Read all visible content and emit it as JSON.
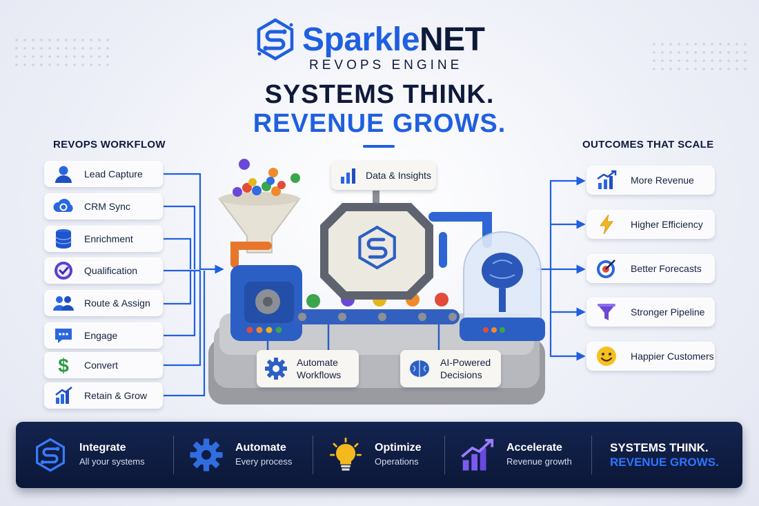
{
  "brand": {
    "name_part1": "Sparkle",
    "name_part2": "NET",
    "subtitle": "REVOPS ENGINE"
  },
  "headline": {
    "line1": "SYSTEMS THINK.",
    "line2": "REVENUE GROWS."
  },
  "workflow": {
    "title": "REVOPS WORKFLOW",
    "items": [
      {
        "label": "Lead Capture",
        "icon": "user-icon"
      },
      {
        "label": "CRM Sync",
        "icon": "cloud-sync-icon"
      },
      {
        "label": "Enrichment",
        "icon": "database-icon"
      },
      {
        "label": "Qualification",
        "icon": "check-badge-icon"
      },
      {
        "label": "Route & Assign",
        "icon": "team-icon"
      },
      {
        "label": "Engage",
        "icon": "chat-icon"
      },
      {
        "label": "Convert",
        "icon": "dollar-icon"
      },
      {
        "label": "Retain & Grow",
        "icon": "bar-chart-icon"
      }
    ]
  },
  "machine": {
    "data_label": "Data & Insights",
    "automate_label": "Automate Workflows",
    "ai_label": "AI-Powered Decisions"
  },
  "outcomes": {
    "title": "OUTCOMES THAT SCALE",
    "items": [
      {
        "label": "More Revenue",
        "icon": "growth-chart-icon"
      },
      {
        "label": "Higher Efficiency",
        "icon": "lightning-icon"
      },
      {
        "label": "Better Forecasts",
        "icon": "target-icon"
      },
      {
        "label": "Stronger Pipeline",
        "icon": "funnel-icon"
      },
      {
        "label": "Happier Customers",
        "icon": "smiley-icon"
      }
    ]
  },
  "footer": {
    "features": [
      {
        "title": "Integrate",
        "subtitle": "All your systems",
        "icon": "network-logo-icon"
      },
      {
        "title": "Automate",
        "subtitle": "Every process",
        "icon": "gear-icon"
      },
      {
        "title": "Optimize",
        "subtitle": "Operations",
        "icon": "lightbulb-icon"
      },
      {
        "title": "Accelerate",
        "subtitle": "Revenue growth",
        "icon": "growth-arrow-icon"
      }
    ],
    "tagline_line1": "SYSTEMS THINK.",
    "tagline_line2": "REVENUE GROWS."
  },
  "colors": {
    "brand_blue": "#1f5fe0",
    "navy": "#0f1a3a",
    "bar_bg": "#0b1738",
    "accent_blue": "#2f74ff"
  }
}
